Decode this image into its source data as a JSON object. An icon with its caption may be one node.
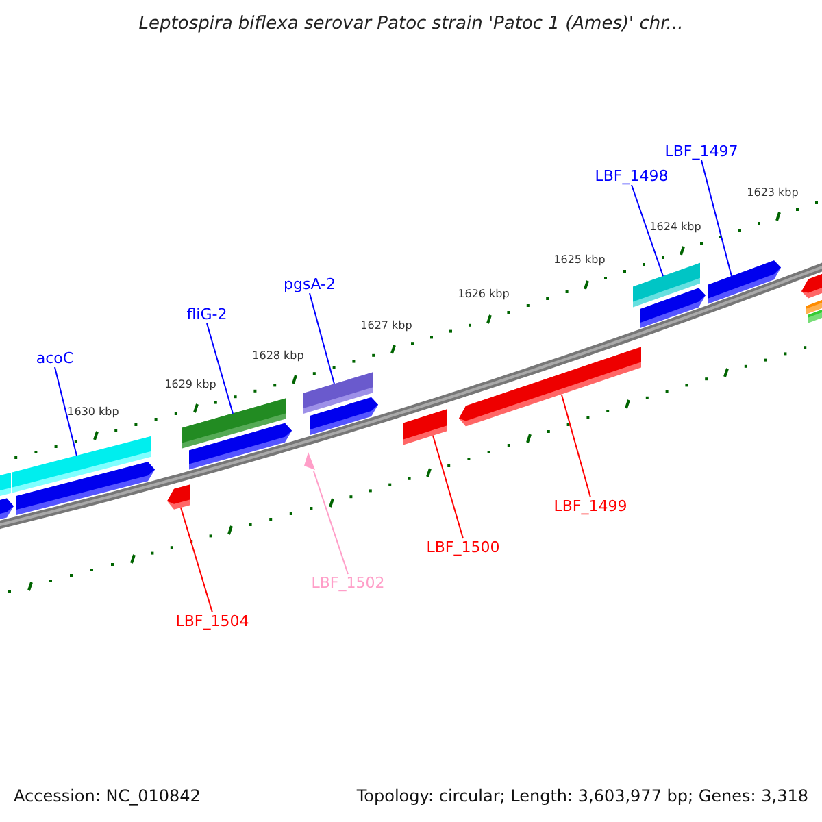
{
  "diagram": {
    "title": "Leptospira biflexa serovar Patoc strain 'Patoc 1 (Ames)' chr...",
    "nodes": [
      {
        "text": [
          "acoC"
        ]
      },
      {
        "text": [],
        "shape": "bar"
      },
      {
        "text": [
          "fliG-2"
        ]
      },
      {
        "text": [],
        "shape": "bar"
      },
      {
        "text": [
          "pgsA-2"
        ]
      },
      {
        "text": [],
        "shape": "bar"
      },
      {
        "text": [
          "LBF_1498"
        ]
      },
      {
        "text": [],
        "shape": "bar"
      },
      {
        "text": [
          "LBF_1497"
        ]
      },
      {
        "text": [],
        "shape": "bar"
      },
      {
        "text": [
          "LBF_1504"
        ]
      },
      {
        "text": [],
        "shape": "bar"
      },
      {
        "text": [
          "LBF_1502"
        ]
      },
      {
        "text": [],
        "shape": "triangle"
      },
      {
        "text": [
          "LBF_1500"
        ]
      },
      {
        "text": [],
        "shape": "bar"
      },
      {
        "text": [
          "LBF_1499"
        ]
      },
      {
        "text": [],
        "shape": "bar"
      }
    ],
    "edges": [
      {
        "from": 0,
        "to": 1,
        "arrow": "none"
      },
      {
        "from": 2,
        "to": 3,
        "arrow": "none"
      },
      {
        "from": 4,
        "to": 5,
        "arrow": "none"
      },
      {
        "from": 6,
        "to": 7,
        "arrow": "none"
      },
      {
        "from": 8,
        "to": 9,
        "arrow": "none"
      },
      {
        "from": 10,
        "to": 11,
        "arrow": "none",
        "color": "#ff0000"
      },
      {
        "from": 12,
        "to": 13,
        "arrow": "none",
        "color": "#ff9ec8"
      },
      {
        "from": 14,
        "to": 15,
        "arrow": "none",
        "color": "#ff0000"
      },
      {
        "from": 16,
        "to": 17,
        "arrow": "none",
        "color": "#ff0000"
      }
    ],
    "labels": [
      "1623 kbp",
      "1624 kbp",
      "1625 kbp",
      "1626 kbp",
      "1627 kbp",
      "1628 kbp",
      "1629 kbp",
      "1630 kbp",
      "Accession: NC_010842",
      "Topology: circular; Length: 3,603,977 bp; Genes: 3,318"
    ]
  }
}
